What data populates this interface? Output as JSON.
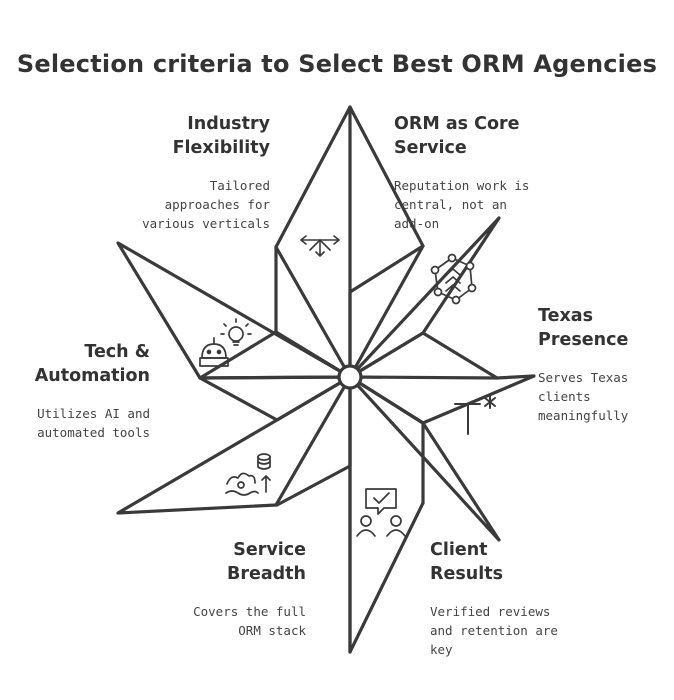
{
  "title": "Selection criteria to Select Best ORM Agencies",
  "criteria": [
    {
      "heading_line1": "Industry",
      "heading_line2": "Flexibility",
      "desc_line1": "Tailored",
      "desc_line2": "approaches for",
      "desc_line3": "various verticals",
      "icon": "arrows-spread-icon"
    },
    {
      "heading_line1": "ORM as Core",
      "heading_line2": "Service",
      "desc_line1": "Reputation work is",
      "desc_line2": "central, not an",
      "desc_line3": "add-on",
      "icon": "core-hub-icon"
    },
    {
      "heading_line1": "Texas",
      "heading_line2": "Presence",
      "desc_line1": "Serves Texas",
      "desc_line2": "clients",
      "desc_line3": "meaningfully",
      "icon": "text-symbol-icon"
    },
    {
      "heading_line1": "Client",
      "heading_line2": "Results",
      "desc_line1": "Verified reviews",
      "desc_line2": "and retention are",
      "desc_line3": "key",
      "icon": "users-check-icon"
    },
    {
      "heading_line1": "Service",
      "heading_line2": "Breadth",
      "desc_line1": "Covers the full",
      "desc_line2": "ORM stack",
      "icon": "stack-growth-icon"
    },
    {
      "heading_line1": "Tech &",
      "heading_line2": "Automation",
      "desc_line1": "Utilizes AI and",
      "desc_line2": "automated tools",
      "icon": "robot-idea-icon"
    }
  ],
  "icon_text": {
    "texas_symbol": "T*"
  },
  "colors": {
    "stroke": "#3a3a3a",
    "text": "#333333",
    "background": "#ffffff"
  }
}
